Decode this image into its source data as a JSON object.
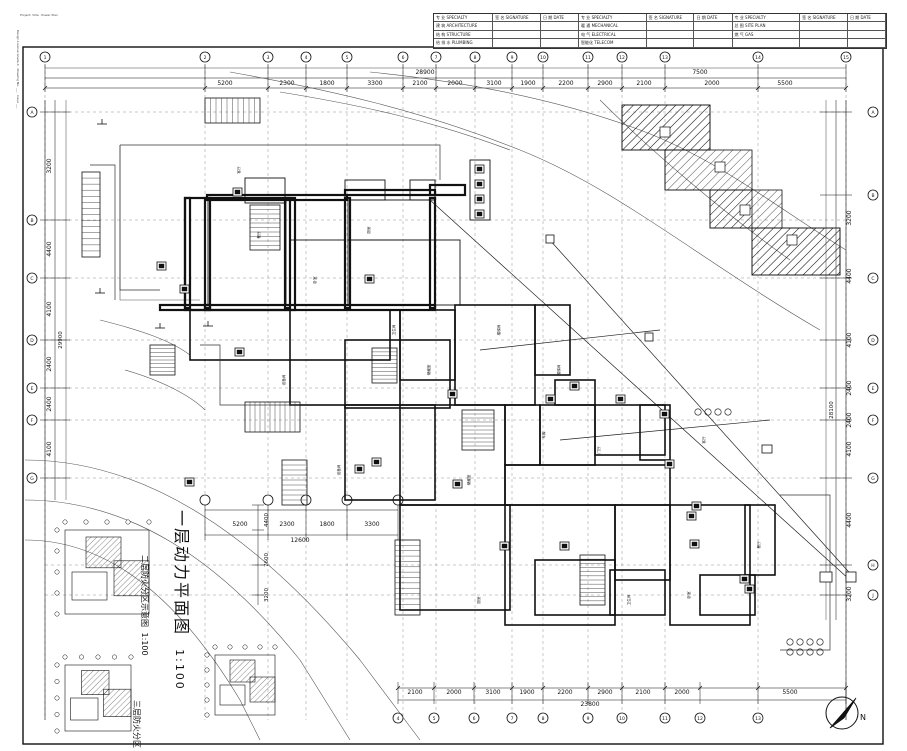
{
  "drawing": {
    "title_big": "一层动力平面图",
    "title_scale": "1:100",
    "sub_title_1": "二层防火分区示意图",
    "sub_title_1_scale": "1:100",
    "sub_title_2": "三层防火分区",
    "north_label": "N"
  },
  "stamp_table": {
    "rows": [
      [
        "专 业 SPECIALTY",
        "签 名 SIGNATURE",
        "日 期 DATE",
        "专 业 SPECIALTY",
        "签 名 SIGNATURE",
        "日 期 DATE",
        "专 业 SPECIALTY",
        "签 名 SIGNATURE",
        "日 期 DATE"
      ],
      [
        "建 筑 ARCHITECTURE",
        "",
        "",
        "暖 通 MECHANICAL",
        "",
        "",
        "总 图 SITE PLAN",
        "",
        ""
      ],
      [
        "结 构 STRUCTURE",
        "",
        "",
        "电 气 ELECTRICAL",
        "",
        "",
        "燃 气 GAS",
        "",
        ""
      ],
      [
        "给 排 水 PLUMBING",
        "",
        "",
        "智能化 TELECOM",
        "",
        "",
        "",
        "",
        ""
      ]
    ]
  },
  "dimensions": {
    "top_total": "28900",
    "top_right_total": "7500",
    "top_row": [
      "5200",
      "2300",
      "1800",
      "3300",
      "2100",
      "2000",
      "3100",
      "1900",
      "2200",
      "2900",
      "2100",
      "2000",
      "5500"
    ],
    "mid_row": [
      "5200",
      "2300",
      "1800",
      "3300"
    ],
    "mid_total": "12600",
    "bottom_row": [
      "2100",
      "2000",
      "3100",
      "1900",
      "2200",
      "2900",
      "2100",
      "2000",
      "5500"
    ],
    "bottom_total": "23800",
    "left_col": [
      "3200",
      "4400",
      "4100",
      "2400",
      "2400",
      "4100"
    ],
    "left_total": "29900",
    "left_lower": [
      "4400",
      "7600",
      "3200"
    ],
    "right_col": [
      "3200",
      "4400",
      "4100",
      "2400",
      "2400",
      "4100",
      "4400",
      "3200"
    ],
    "right_total": "28100"
  },
  "grid_bubbles": {
    "top": [
      "1",
      "2",
      "3",
      "4",
      "5",
      "6",
      "7",
      "8",
      "9",
      "10",
      "11",
      "12",
      "13",
      "14",
      "15"
    ],
    "left": [
      "A",
      "B",
      "C",
      "D",
      "E",
      "F",
      "G"
    ],
    "right": [
      "A",
      "B",
      "C",
      "D",
      "E",
      "F",
      "G",
      "H",
      "J"
    ],
    "bottom": [
      "4",
      "5",
      "6",
      "7",
      "8",
      "9",
      "10",
      "11",
      "12",
      "13"
    ]
  },
  "room_labels": [
    "客厅",
    "餐厅",
    "卧室",
    "厨房",
    "卫生间",
    "设备间",
    "储藏室",
    "楼梯间",
    "车库",
    "门厅"
  ],
  "edge_notes": {
    "left_strip": "Design License Grade A  ·  Drawing No. ___  ·  Issue ___",
    "top_strip": "Project: Villa  ·  Power Plan"
  }
}
